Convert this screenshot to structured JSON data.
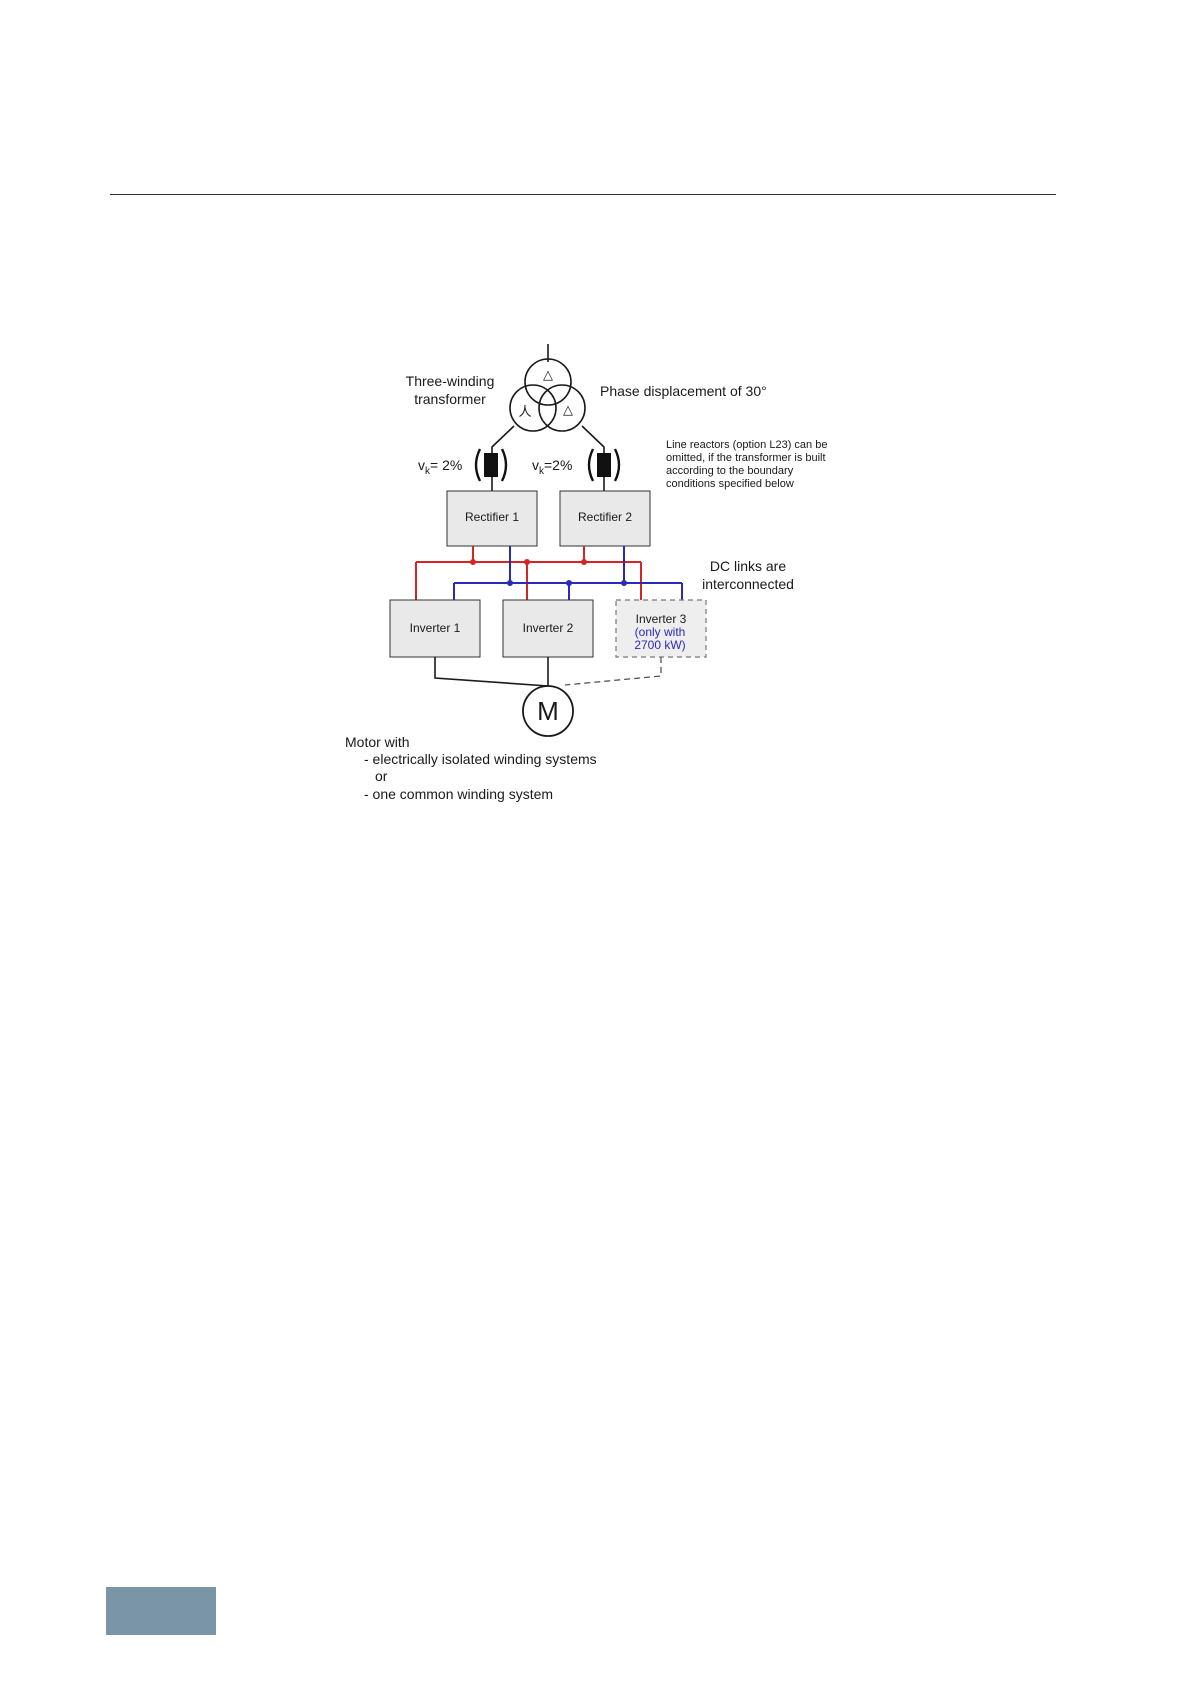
{
  "colors": {
    "footer_block": "#7a95a5",
    "dc_positive": "#d42424",
    "dc_negative": "#2a2ab8",
    "box_fill": "#e9e9e9",
    "note_blue": "#2a2ab8"
  },
  "diagram": {
    "transformer_label": [
      "Three-winding",
      "transformer"
    ],
    "transformer_symbols": [
      "△",
      "人",
      "△"
    ],
    "phase_label": "Phase displacement of 30°",
    "reactor_left": {
      "v": "v",
      "sub": "k",
      "value": "= 2%"
    },
    "reactor_right": {
      "v": "v",
      "sub": "k",
      "value": "=2%"
    },
    "reactor_note": [
      "Line reactors (option L23) can be",
      "omitted, if the transformer is built",
      "according to the boundary",
      "conditions specified below"
    ],
    "rectifier_1": "Rectifier 1",
    "rectifier_2": "Rectifier 2",
    "dc_label": [
      "DC links are",
      "interconnected"
    ],
    "inverter_1": "Inverter 1",
    "inverter_2": "Inverter 2",
    "inverter_3": "Inverter 3",
    "inverter_3_note": [
      "(only with",
      "2700 kW)"
    ],
    "motor_symbol": "M",
    "motor_caption": [
      "Motor with",
      "- electrically isolated winding systems",
      "or",
      "- one common winding system"
    ]
  }
}
